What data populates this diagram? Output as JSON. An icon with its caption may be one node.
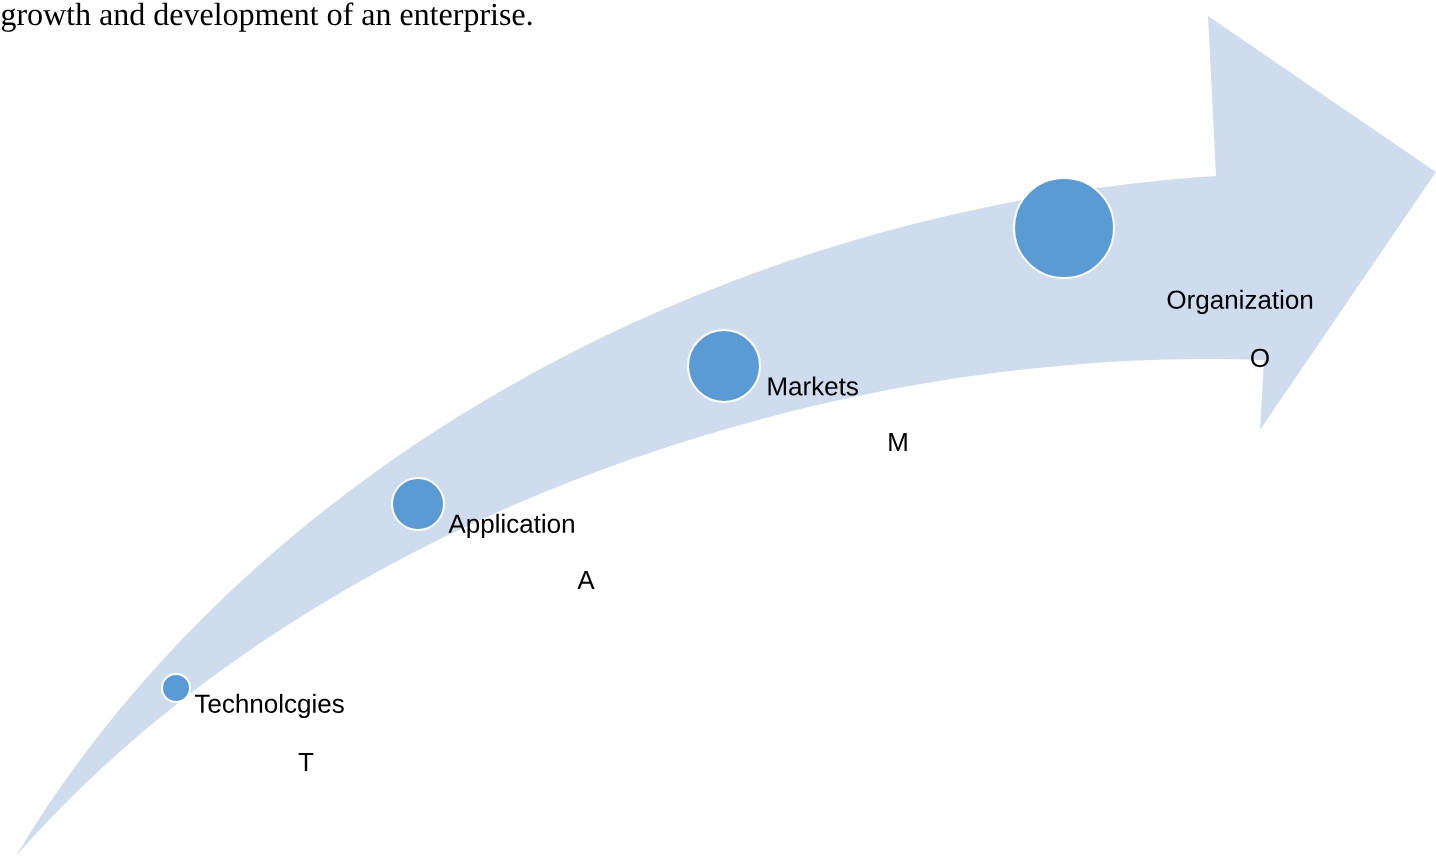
{
  "diagram": {
    "nodes": [
      {
        "text": [],
        "shape": "circle",
        "beside": [
          "Technolcgies",
          "T"
        ]
      },
      {
        "text": [],
        "shape": "circle",
        "beside": [
          "Application",
          "A"
        ]
      },
      {
        "text": [],
        "shape": "circle",
        "beside": [
          "Markets",
          "M"
        ]
      },
      {
        "text": [],
        "shape": "circle",
        "beside": [
          "Organization",
          "O"
        ]
      }
    ],
    "labels": [
      "growth and development of an enterprise."
    ]
  }
}
